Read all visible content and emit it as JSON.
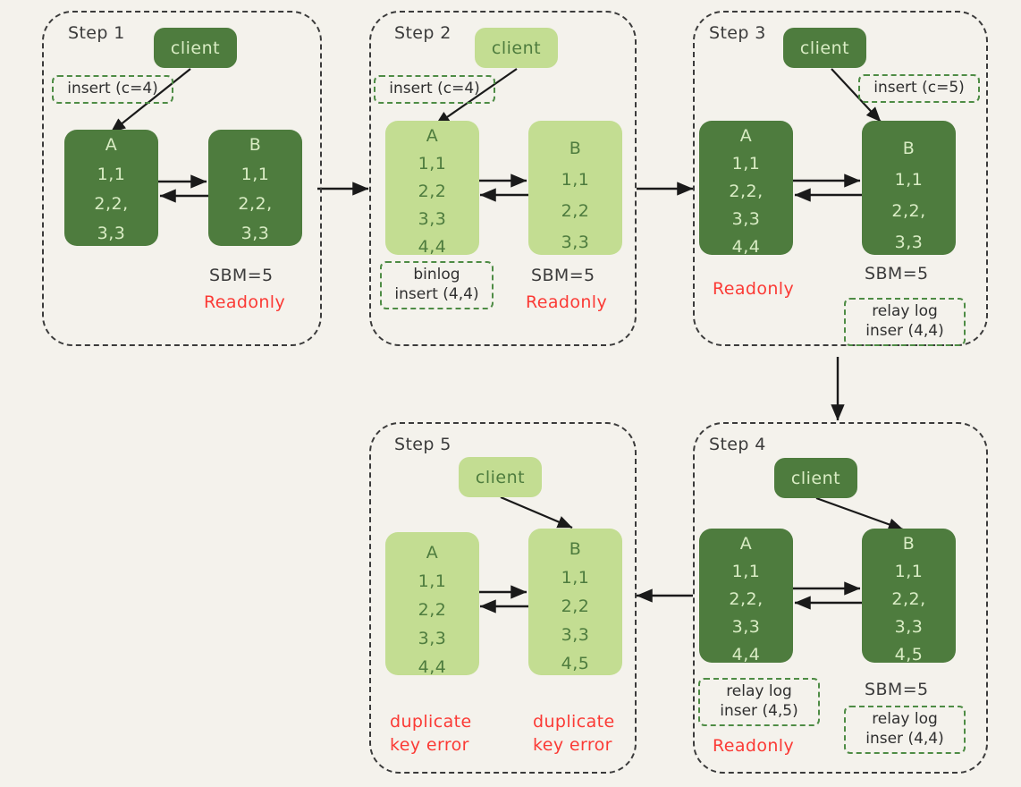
{
  "diagram": {
    "title_hidden": "MySQL replication duplicate key error sequence",
    "colors": {
      "background": "#f4f2ec",
      "node_dark": "#4e7c3e",
      "node_light": "#c3dd92",
      "node_dark_text": "#d9ecc4",
      "node_light_text": "#4e7c3e",
      "annotation_border": "#4e8c45",
      "panel_border": "#3b3b3b",
      "error_red": "#fb3a35",
      "text_dark": "#3b3b3b"
    },
    "steps": [
      {
        "id": "step-1",
        "title": "Step 1",
        "client": {
          "label": "client",
          "shade": "dark"
        },
        "annotations": [
          {
            "name": "insert-annotation",
            "lines": [
              "insert (c=4)"
            ]
          }
        ],
        "nodes": [
          {
            "name": "A",
            "shade": "dark",
            "rows": [
              "1,1",
              "2,2,",
              "3,3"
            ]
          },
          {
            "name": "B",
            "shade": "dark",
            "rows": [
              "1,1",
              "2,2,",
              "3,3"
            ]
          }
        ],
        "labels": [
          {
            "name": "sbm-label",
            "text": "SBM=5",
            "style": "plain"
          },
          {
            "name": "readonly-label",
            "text": "Readonly",
            "style": "red"
          }
        ]
      },
      {
        "id": "step-2",
        "title": "Step 2",
        "client": {
          "label": "client",
          "shade": "light"
        },
        "annotations": [
          {
            "name": "insert-annotation",
            "lines": [
              "insert (c=4)"
            ]
          },
          {
            "name": "binlog-annotation",
            "lines": [
              "binlog",
              "insert (4,4)"
            ]
          }
        ],
        "nodes": [
          {
            "name": "A",
            "shade": "light",
            "rows": [
              "1,1",
              "2,2",
              "3,3",
              "4,4"
            ]
          },
          {
            "name": "B",
            "shade": "light",
            "rows": [
              "1,1",
              "2,2",
              "3,3"
            ]
          }
        ],
        "labels": [
          {
            "name": "sbm-label",
            "text": "SBM=5",
            "style": "plain"
          },
          {
            "name": "readonly-label",
            "text": "Readonly",
            "style": "red"
          }
        ]
      },
      {
        "id": "step-3",
        "title": "Step 3",
        "client": {
          "label": "client",
          "shade": "dark"
        },
        "annotations": [
          {
            "name": "insert-annotation",
            "lines": [
              "insert (c=5)"
            ]
          },
          {
            "name": "relay-log-annotation",
            "lines": [
              "relay log",
              "inser (4,4)"
            ]
          }
        ],
        "nodes": [
          {
            "name": "A",
            "shade": "dark",
            "rows": [
              "1,1",
              "2,2,",
              "3,3",
              "4,4"
            ]
          },
          {
            "name": "B",
            "shade": "dark",
            "rows": [
              "1,1",
              "2,2,",
              "3,3"
            ]
          }
        ],
        "labels": [
          {
            "name": "readonly-label",
            "text": "Readonly",
            "style": "red"
          },
          {
            "name": "sbm-label",
            "text": "SBM=5",
            "style": "plain"
          }
        ]
      },
      {
        "id": "step-4",
        "title": "Step 4",
        "client": {
          "label": "client",
          "shade": "dark"
        },
        "annotations": [
          {
            "name": "relay-log-annotation-a",
            "lines": [
              "relay log",
              "inser (4,5)"
            ]
          },
          {
            "name": "relay-log-annotation-b",
            "lines": [
              "relay log",
              "inser (4,4)"
            ]
          }
        ],
        "nodes": [
          {
            "name": "A",
            "shade": "dark",
            "rows": [
              "1,1",
              "2,2,",
              "3,3",
              "4,4"
            ]
          },
          {
            "name": "B",
            "shade": "dark",
            "rows": [
              "1,1",
              "2,2,",
              "3,3",
              "4,5"
            ]
          }
        ],
        "labels": [
          {
            "name": "sbm-label",
            "text": "SBM=5",
            "style": "plain"
          },
          {
            "name": "readonly-label",
            "text": "Readonly",
            "style": "red"
          }
        ]
      },
      {
        "id": "step-5",
        "title": "Step 5",
        "client": {
          "label": "client",
          "shade": "light"
        },
        "annotations": [],
        "nodes": [
          {
            "name": "A",
            "shade": "light",
            "rows": [
              "1,1",
              "2,2",
              "3,3",
              "4,4"
            ]
          },
          {
            "name": "B",
            "shade": "light",
            "rows": [
              "1,1",
              "2,2",
              "3,3",
              "4,5"
            ]
          }
        ],
        "labels": [
          {
            "name": "error-label-a",
            "text": "duplicate\nkey error",
            "style": "red-multi"
          },
          {
            "name": "error-label-b",
            "text": "duplicate\nkey error",
            "style": "red-multi"
          }
        ]
      }
    ],
    "flow_arrows": [
      {
        "name": "arrow-step1-to-step2",
        "direction": "right"
      },
      {
        "name": "arrow-step2-to-step3",
        "direction": "right"
      },
      {
        "name": "arrow-step3-to-step4",
        "direction": "down"
      },
      {
        "name": "arrow-step4-to-step5",
        "direction": "left"
      }
    ]
  }
}
